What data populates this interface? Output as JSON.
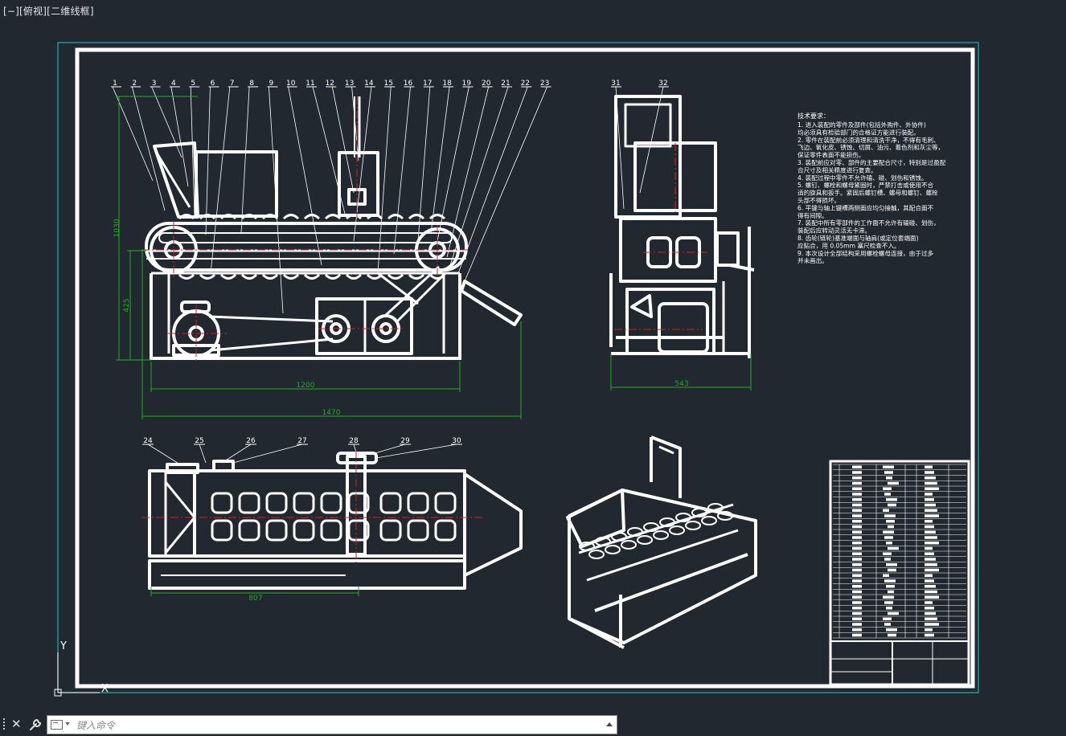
{
  "viewport": {
    "label": "[−][俯视][二维线框]"
  },
  "colors": {
    "background": "#212830",
    "drawing_line": "#ffffff",
    "dimension": "#19b419",
    "centerline": "#e01e1e",
    "viewport_border": "#18b4b4"
  },
  "ucs": {
    "y_label": "Y",
    "x_label": "X"
  },
  "balloons_front": [
    "1",
    "2",
    "3",
    "4",
    "5",
    "6",
    "7",
    "8",
    "9",
    "10",
    "11",
    "12",
    "13",
    "14",
    "15",
    "16",
    "17",
    "18",
    "19",
    "20",
    "21",
    "22",
    "23"
  ],
  "balloons_side": [
    "31",
    "32"
  ],
  "balloons_top": [
    "24",
    "25",
    "26",
    "27",
    "28",
    "29",
    "30"
  ],
  "dimensions": {
    "front_height_total": "1030",
    "front_height_lower": "425",
    "front_width_frame": "1200",
    "front_width_total": "1470",
    "side_width": "543",
    "top_length": "807"
  },
  "tech_requirements": {
    "title": "技术要求：",
    "lines": [
      "1. 进入装配的零件及部件(包括外购件、外协件)",
      "均必须具有检验部门的合格证方能进行装配。",
      "2. 零件在装配前必须清理和清洗干净，不得有毛刺、",
      "飞边、氧化皮、锈蚀、切屑、油污、着色剂和灰尘等，",
      "保证零件表面不能损伤。",
      "3. 装配前应对零、部件的主要配合尺寸，特别是过盈配",
      "合尺寸及相关精度进行复查。",
      "4. 装配过程中零件不允许磕、碰、划伤和锈蚀。",
      "5. 螺钉、螺栓和螺母紧固时，严禁打击或使用不合",
      "适的旋具和扳手。紧固后螺钉槽、螺母和螺钉、螺栓",
      "头部不得损坏。",
      "6. 平键与轴上键槽两侧面应均匀接触，其配合面不",
      "得有间隙。",
      "7. 装配中所有零部件的工作面不允许有磕碰、划伤，",
      "装配后应转动灵活无卡滞。",
      "8. 齿轮(链轮)基准端面与轴肩(或定位套端面)",
      "应贴合，用 0.05mm 塞尺检查不入。",
      "9. 本次设计全部结构采用螺栓螺母连接，由于过多",
      "并未画出。"
    ]
  },
  "command_line": {
    "placeholder": "键入命令",
    "close_icon": "close-icon",
    "customize_icon": "wrench-icon"
  }
}
